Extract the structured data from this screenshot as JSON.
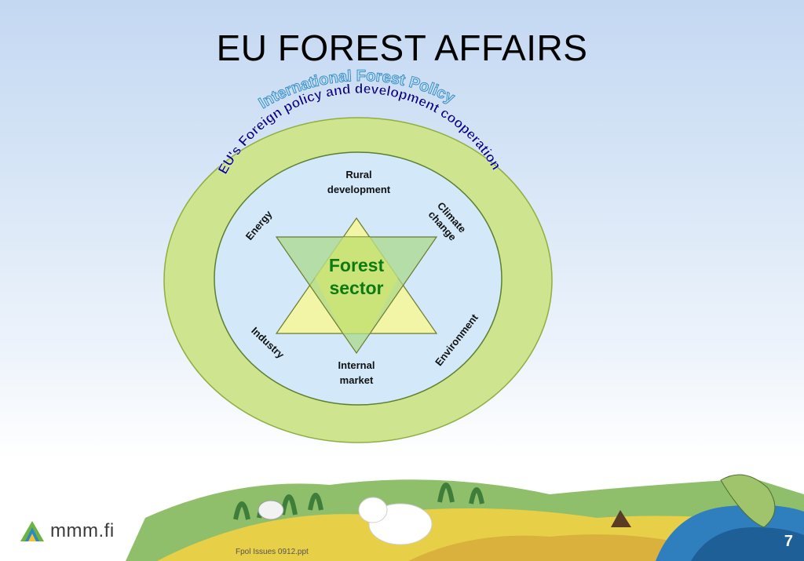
{
  "slide": {
    "title": "EU FOREST AFFAIRS",
    "footer_note": "Fpol Issues 0912.ppt",
    "page_number": "7",
    "logo_text": "mmm.fi"
  },
  "diagram": {
    "outer_arc_label": "International Forest Policy",
    "ring_label": "EU's Foreign policy and development cooperation",
    "center_label_line1": "Forest",
    "center_label_line2": "sector",
    "topics": {
      "rural_line1": "Rural",
      "rural_line2": "development",
      "climate_line1": "Climate",
      "climate_line2": "change",
      "energy": "Energy",
      "industry": "Industry",
      "environment": "Environment",
      "market_line1": "Internal",
      "market_line2": "market"
    }
  },
  "colors": {
    "outer_ring": "#cfe48f",
    "inner_circle": "#d3e9f9",
    "triangle_up": "#f2f4a6",
    "triangle_down": "#a8d784",
    "center_text": "#0d7a12",
    "outer_arc_text": "#3da3d9",
    "ring_text": "#0a0a8a"
  }
}
